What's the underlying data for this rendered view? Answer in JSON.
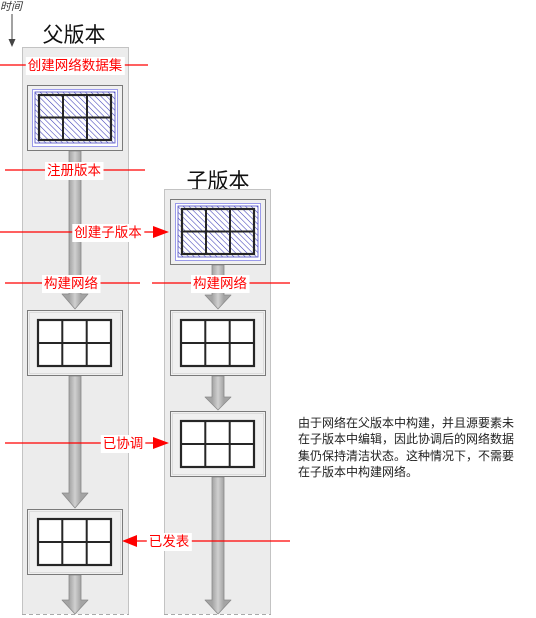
{
  "diagram": {
    "time_axis_label": "时间",
    "parent_version": {
      "title": "父版本"
    },
    "child_version": {
      "title": "子版本"
    }
  },
  "events": {
    "create_network_dataset": "创建网络数据集",
    "register_version": "注册版本",
    "create_child_version": "创建子版本",
    "parent_build_network": "构建网络",
    "child_build_network": "构建网络",
    "reconciled": "已协调",
    "posted": "已发表"
  },
  "note": {
    "lines": [
      "由于网络在父版本中构建，并且源要素未",
      "在子版本中编辑，因此协调后的网络数据",
      "集仍保持清洁状态。这种情况下，不需要",
      "在子版本中构建网络。"
    ]
  },
  "icons": {
    "dirty_dataset": "network-dataset-dirty-icon",
    "clean_dataset": "network-dataset-clean-icon",
    "flow": "down-arrow-icon",
    "time": "time-arrow-icon"
  },
  "colors": {
    "event": "#ff0000",
    "column": "#ececec",
    "flow_arrow": "#a4a4a4",
    "hatch": "#3d3db8"
  }
}
